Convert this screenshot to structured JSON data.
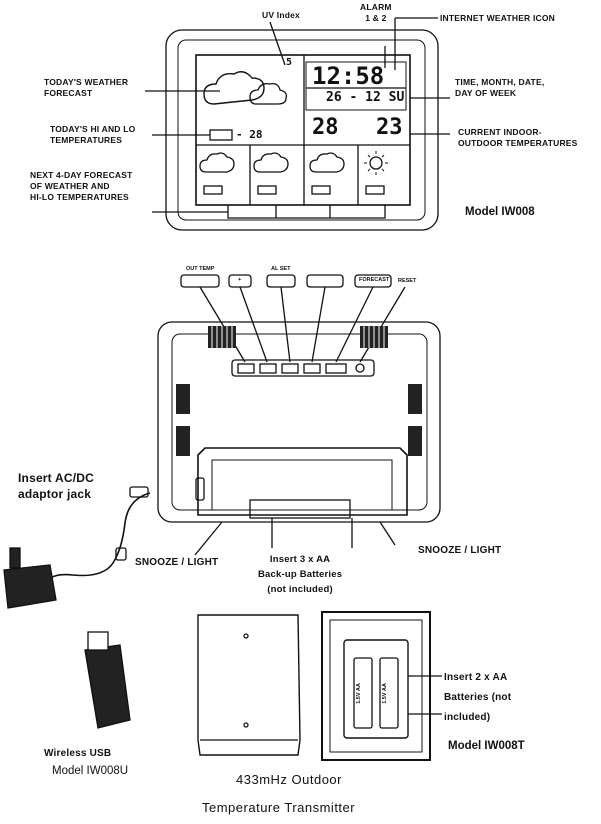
{
  "front": {
    "uv_index": "UV Index",
    "alarm": "ALARM\n1 & 2",
    "internet_icon": "INTERNET WEATHER ICON",
    "todays_forecast": "TODAY'S WEATHER\nFORECAST",
    "time_date": "TIME, MONTH, DATE,\nDAY OF WEEK",
    "hi_lo": "TODAY'S HI AND LO\nTEMPERATURES",
    "indoor_outdoor": "CURRENT INDOOR-\nOUTDOOR TEMPERATURES",
    "next_4day": "NEXT 4-DAY FORECAST\nOF WEATHER AND\nHI-LO TEMPERATURES",
    "model": "Model IW008",
    "display": {
      "time": "12:58",
      "date": "26 - 12 SU",
      "indoor": "28",
      "outdoor": "23",
      "uv": "5",
      "hilo": "- 28"
    }
  },
  "back": {
    "buttons": [
      "OUT TEMP",
      "+",
      "AL SET",
      "",
      "FORECAST",
      "RESET"
    ],
    "adaptor": "Insert AC/DC\nadaptor jack",
    "snooze_left": "SNOOZE / LIGHT",
    "snooze_right": "SNOOZE / LIGHT",
    "batteries": "Insert 3 x AA\nBack-up Batteries\n(not included)"
  },
  "usb": {
    "name": "Wireless USB",
    "model": "Model IW008U"
  },
  "transmitter": {
    "batteries": "Insert  2 x AA\nBatteries  (not\nincluded)",
    "model": "Model IW008T",
    "cell_label": "1.5V AA",
    "caption_line1": "433mHz Outdoor",
    "caption_line2": "Temperature  Transmitter"
  }
}
